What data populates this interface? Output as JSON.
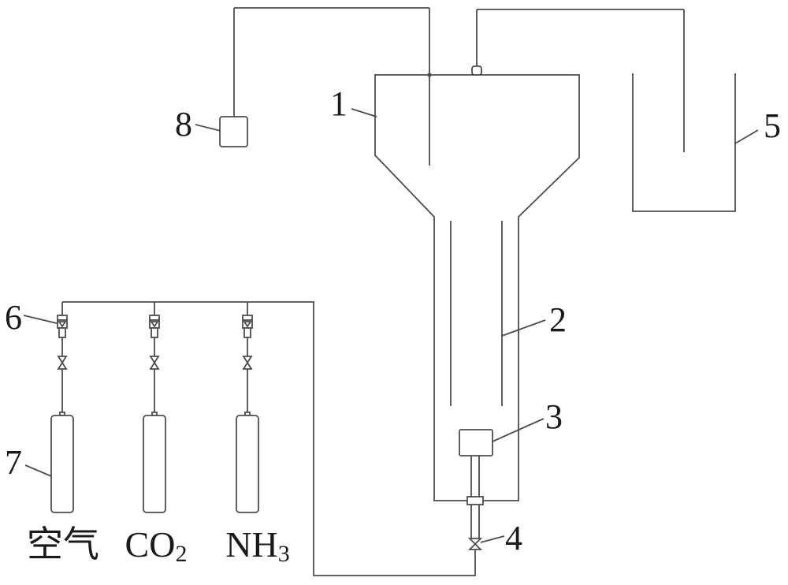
{
  "callouts": [
    "1",
    "2",
    "3",
    "4",
    "5",
    "6",
    "7",
    "8"
  ],
  "gas_labels": [
    {
      "text": "空气"
    },
    {
      "text": "CO",
      "sub": "2"
    },
    {
      "text": "NH",
      "sub": "3"
    }
  ],
  "colors": {
    "line": "#4d4d4d",
    "text": "#1a1a1a",
    "background": "#ffffff"
  }
}
